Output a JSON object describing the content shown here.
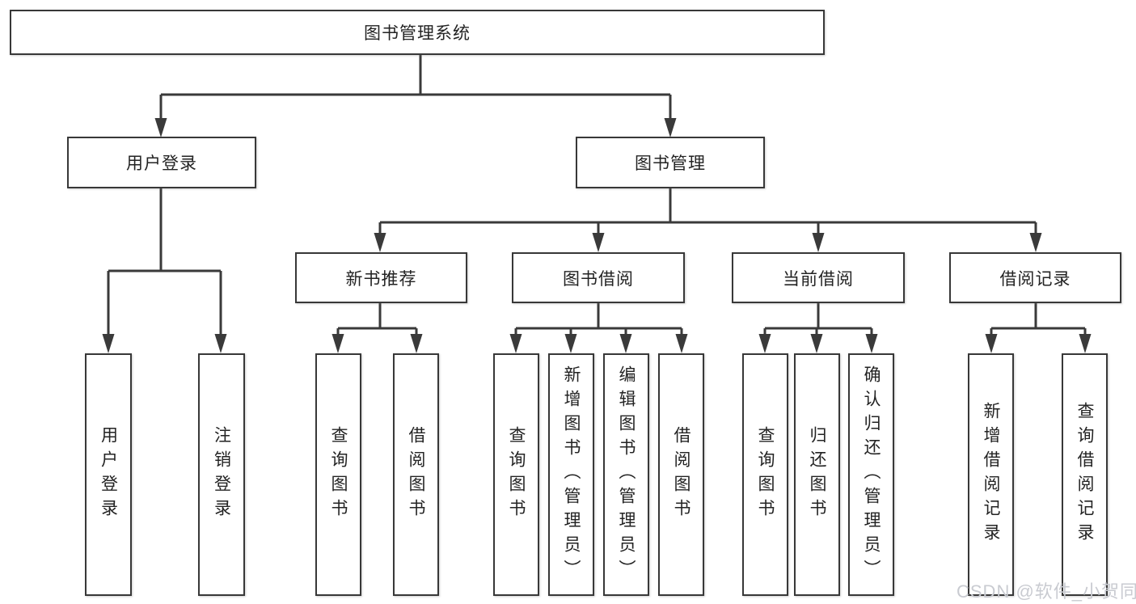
{
  "diagram": {
    "root": {
      "label": "图书管理系统"
    },
    "branches": [
      {
        "label": "用户登录",
        "children": [
          "用户登录",
          "注销登录"
        ]
      },
      {
        "label": "图书管理",
        "groups": [
          {
            "label": "新书推荐",
            "children": [
              "查询图书",
              "借阅图书"
            ]
          },
          {
            "label": "图书借阅",
            "children": [
              "查询图书",
              "新增图书（管理员）",
              "编辑图书（管理员）",
              "借阅图书"
            ]
          },
          {
            "label": "当前借阅",
            "children": [
              "查询图书",
              "归还图书",
              "确认归还（管理员）"
            ]
          },
          {
            "label": "借阅记录",
            "children": [
              "新增借阅记录",
              "查询借阅记录"
            ]
          }
        ]
      }
    ]
  },
  "watermark": {
    "text": "CSDN @软件_小贺同学",
    "color": "#c9cbd1"
  },
  "colors": {
    "line": "#3a3a3a",
    "box_border": "#383838",
    "box_fill": "#ffffff",
    "text": "#232323",
    "background": "#ffffff"
  }
}
